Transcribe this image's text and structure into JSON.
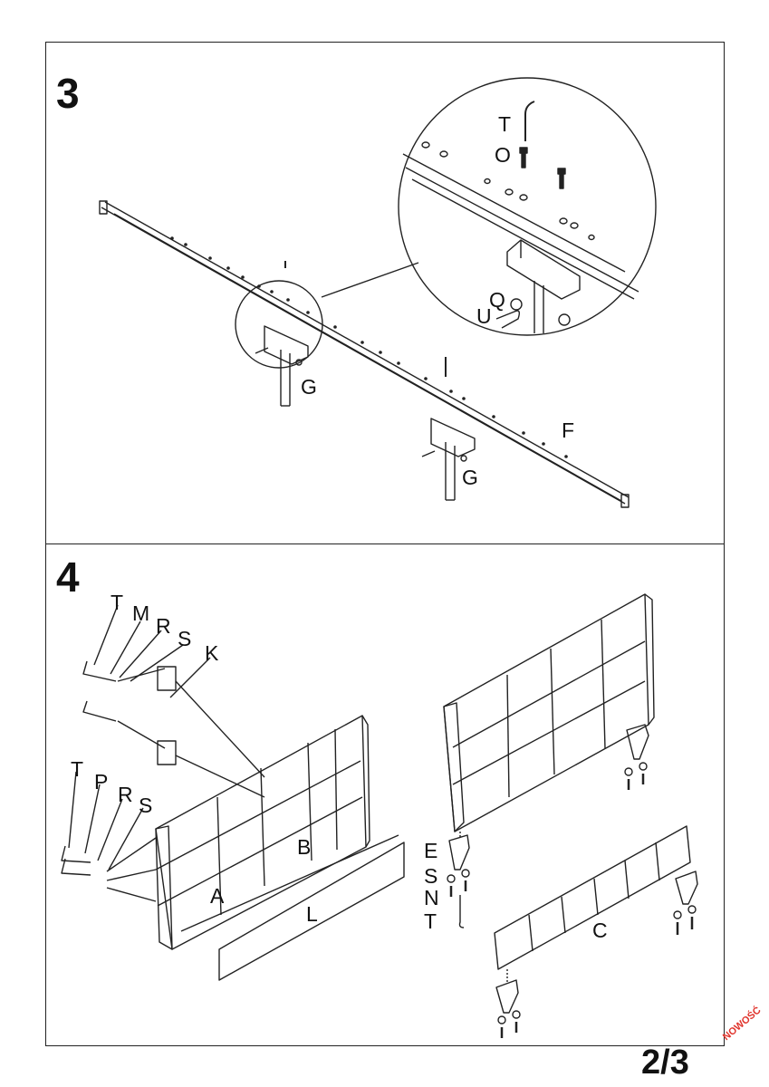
{
  "step3": {
    "number": "3",
    "labels": {
      "t": "T",
      "o": "O",
      "q": "Q",
      "u": "U",
      "g1": "G",
      "g2": "G",
      "f": "F"
    }
  },
  "step4": {
    "number": "4",
    "labels": {
      "t1": "T",
      "m": "M",
      "r1": "R",
      "s1": "S",
      "k": "K",
      "t2": "T",
      "p": "P",
      "r2": "R",
      "s2": "S",
      "a": "A",
      "b": "B",
      "l": "L",
      "e": "E",
      "s3": "S",
      "n": "N",
      "t3": "T",
      "c": "C"
    }
  },
  "footer": {
    "page": "2/3",
    "brand": "NOWOŚĆ"
  },
  "colors": {
    "line": "#222222",
    "brand": "#e0332b"
  }
}
